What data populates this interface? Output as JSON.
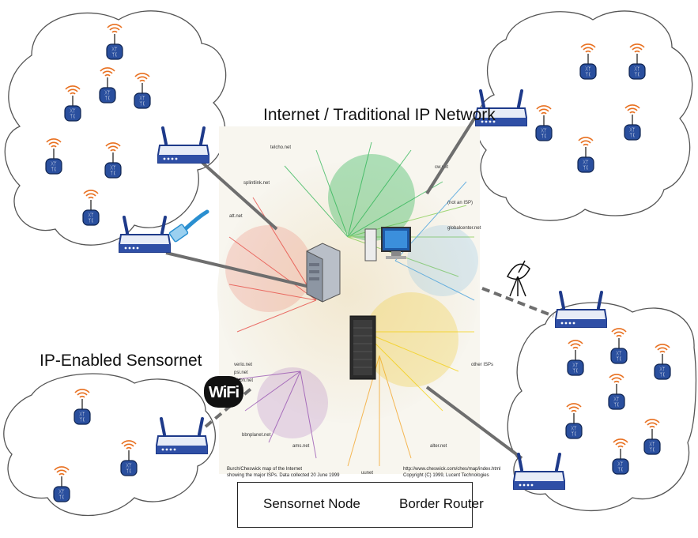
{
  "titles": {
    "internet": "Internet / Traditional IP Network",
    "sensornet": "IP-Enabled Sensornet"
  },
  "wifi_label": "WiFi",
  "map_labels": [
    "telcho.net",
    "cw.net",
    "splintlink.net",
    "(not an ISP)",
    "globalcenter.net",
    "att.net",
    "verio.net",
    "psi.net",
    "bbn.net",
    "other ISPs",
    "bbnplanet.net",
    "ams.net",
    "uunet",
    "alter.net"
  ],
  "map_credit": {
    "left": [
      "Burch/Cheswick map of the Internet",
      "showing the major ISPs.  Data collected 20 June 1999"
    ],
    "right": [
      "http://www.cheswick.com/ches/map/index.html",
      "Copyright (C) 1999, Lucent Technologies"
    ]
  },
  "legend": {
    "node_label": "Sensornet Node",
    "router_label": "Border Router"
  },
  "colors": {
    "router_blue": "#2f4fa6",
    "node_blue": "#1f3f8f",
    "antenna_orange": "#e87020",
    "link_gray": "#6e6e6e"
  },
  "icons": [
    "sensor-node-icon",
    "border-router-icon",
    "server-icon",
    "desktop-computer-icon",
    "rack-server-icon",
    "satellite-dish-icon",
    "ethernet-cable-icon",
    "wifi-icon"
  ]
}
